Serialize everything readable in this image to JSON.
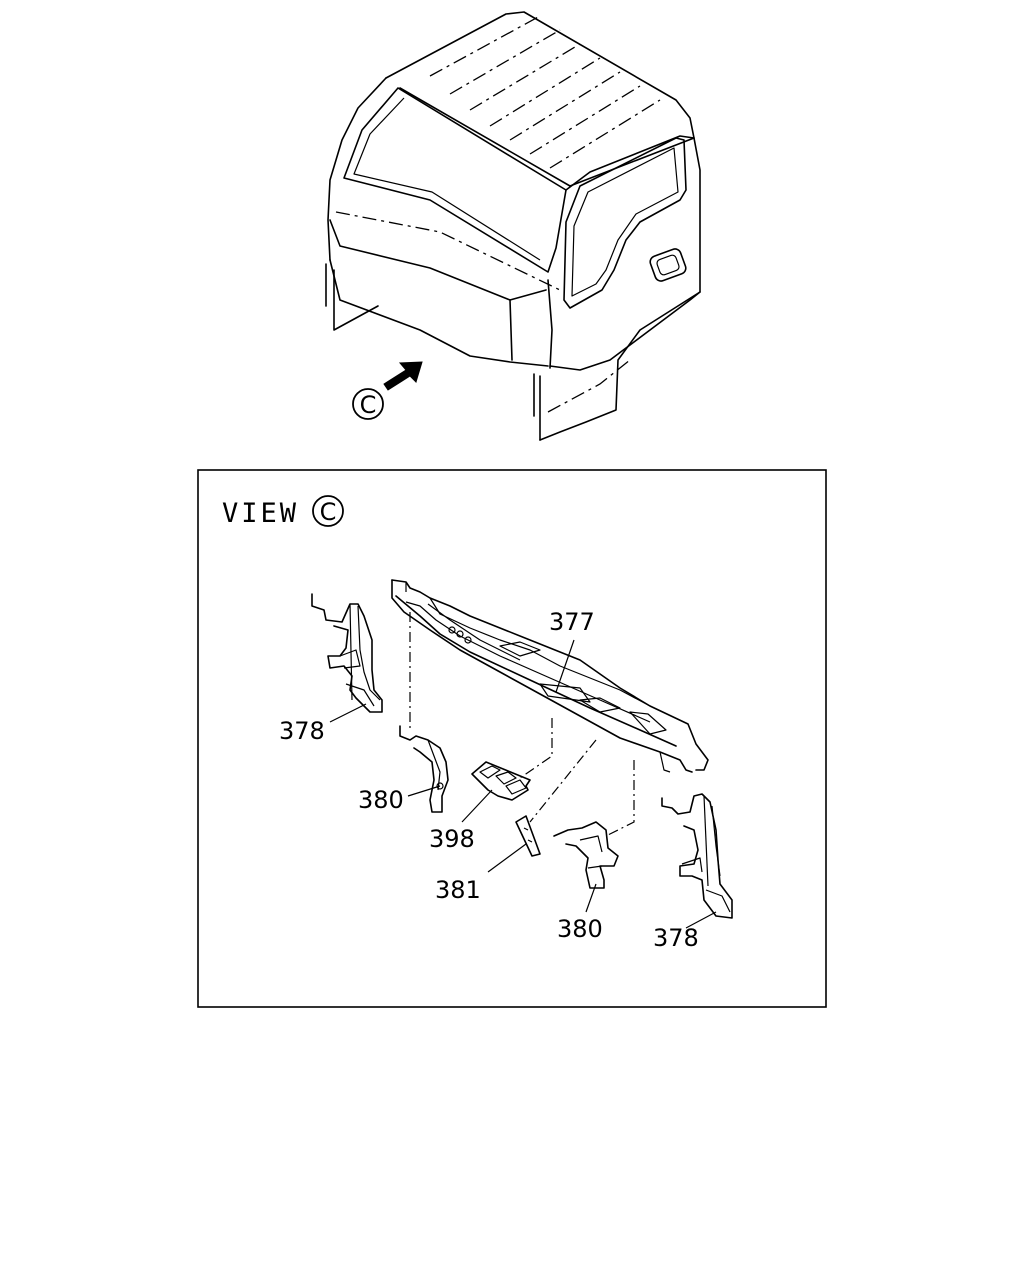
{
  "view_marker": "C",
  "view_title": "VIEW",
  "parts": [
    {
      "number": "377"
    },
    {
      "number": "378"
    },
    {
      "number": "380"
    },
    {
      "number": "398"
    },
    {
      "number": "381"
    },
    {
      "number": "380"
    },
    {
      "number": "378"
    }
  ]
}
